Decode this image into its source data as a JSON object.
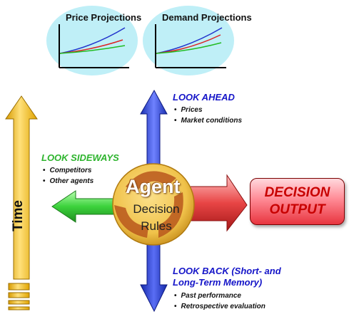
{
  "projections": {
    "price_title": "Price Projections",
    "demand_title": "Demand Projections"
  },
  "look_ahead": {
    "heading": "LOOK AHEAD",
    "items": [
      "Prices",
      "Market conditions"
    ]
  },
  "look_sideways": {
    "heading": "LOOK SIDEWAYS",
    "items": [
      "Competitors",
      "Other agents"
    ]
  },
  "look_back": {
    "heading_line1": "LOOK BACK (Short- and",
    "heading_line2": "Long-Term Memory)",
    "items": [
      "Past performance",
      "Retrospective evaluation"
    ]
  },
  "agent": {
    "title": "Agent",
    "subtitle_line1": "Decision",
    "subtitle_line2": "Rules"
  },
  "output": {
    "line1": "DECISION",
    "line2": "OUTPUT"
  },
  "time_label": "Time",
  "colors": {
    "up_arrow": "#3a4fe0",
    "down_arrow": "#2a3ed8",
    "left_arrow": "#40d040",
    "right_arrow": "#e23c3c",
    "time_arrow": "#f5c21b",
    "ellipse": "#bfeff7",
    "line_blue": "#2233cc",
    "line_red": "#dd2222",
    "line_green": "#22bb22"
  }
}
